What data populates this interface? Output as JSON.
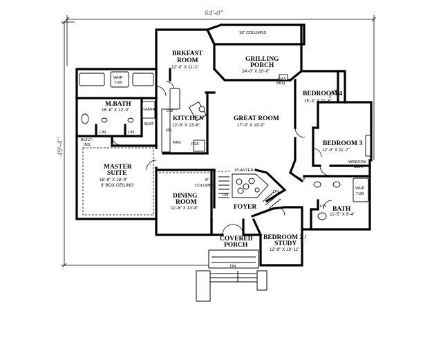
{
  "overall": {
    "width": "64'-0\"",
    "depth": "49'-4\""
  },
  "rooms": {
    "brkfast": {
      "name_line1": "BRKFAST",
      "name_line2": "ROOM",
      "dims": "12'-0\" X 11'-1\""
    },
    "grilling": {
      "name_line1": "GRILLING",
      "name_line2": "PORCH",
      "dims": "24'-0\" X 10'-0\""
    },
    "bedroom4": {
      "name": "BEDROOM 4",
      "dims": "15'-4\" X 11'-6\""
    },
    "mbath": {
      "name": "M.BATH",
      "dims": "16'-8\" X 12'-0\""
    },
    "kitchen": {
      "name": "KITCHEN",
      "dims": "12'-0\" X 13'-6\""
    },
    "great": {
      "name": "GREAT ROOM",
      "dims": "17'-0\" X 19'-0\""
    },
    "bedroom3": {
      "name": "BEDROOM 3",
      "dims": "12'-9\" X 11'-7\""
    },
    "master": {
      "name_line1": "MASTER",
      "name_line2": "SUITE",
      "dims": "16'-8\" X 18'-9\"",
      "note": "9' BOX CEILING"
    },
    "dining": {
      "name_line1": "DINING",
      "name_line2": "ROOM",
      "dims": "11'-6\" X 13'-8\""
    },
    "foyer": {
      "name": "FOYER"
    },
    "bath": {
      "name": "BATH",
      "dims": "11'-5\" X 9'-4\""
    },
    "bedroom2": {
      "name_line1": "BEDROOM 2 /",
      "name_line2": "STUDY",
      "dims": "12'-9\" X 10'-11\""
    },
    "covered": {
      "name_line1": "COVERED",
      "name_line2": "PORCH"
    }
  },
  "labels": {
    "columns18": "18\" COLUMNS",
    "gas_bbq": "GAS\nBBQ",
    "gas": "GAS",
    "bbq": "BBQ",
    "whp_tub": "WHP\nTUB",
    "whp": "WHP",
    "tub": "TUB",
    "shwr": "SHWR",
    "seat": "SEAT",
    "lin_a": "LIN",
    "lin_b": "LIN",
    "lin_c": "LIN",
    "built_ins_1": "BUILT-",
    "built_ins_2": "INS",
    "dw": "DW",
    "rg": "RG",
    "pan": "PAN",
    "ref": "REF",
    "planter": "PLANTER",
    "columns8_1": "8\"",
    "columns8_2": "COLUMNS",
    "dn_a": "DN",
    "dn_b": "DN",
    "dn_c": "DN",
    "ra": "R.A",
    "window_seat_1": "WINDOW",
    "window_seat_2": "SEAT",
    "whp2": "WHP",
    "tub2": "TUB"
  }
}
